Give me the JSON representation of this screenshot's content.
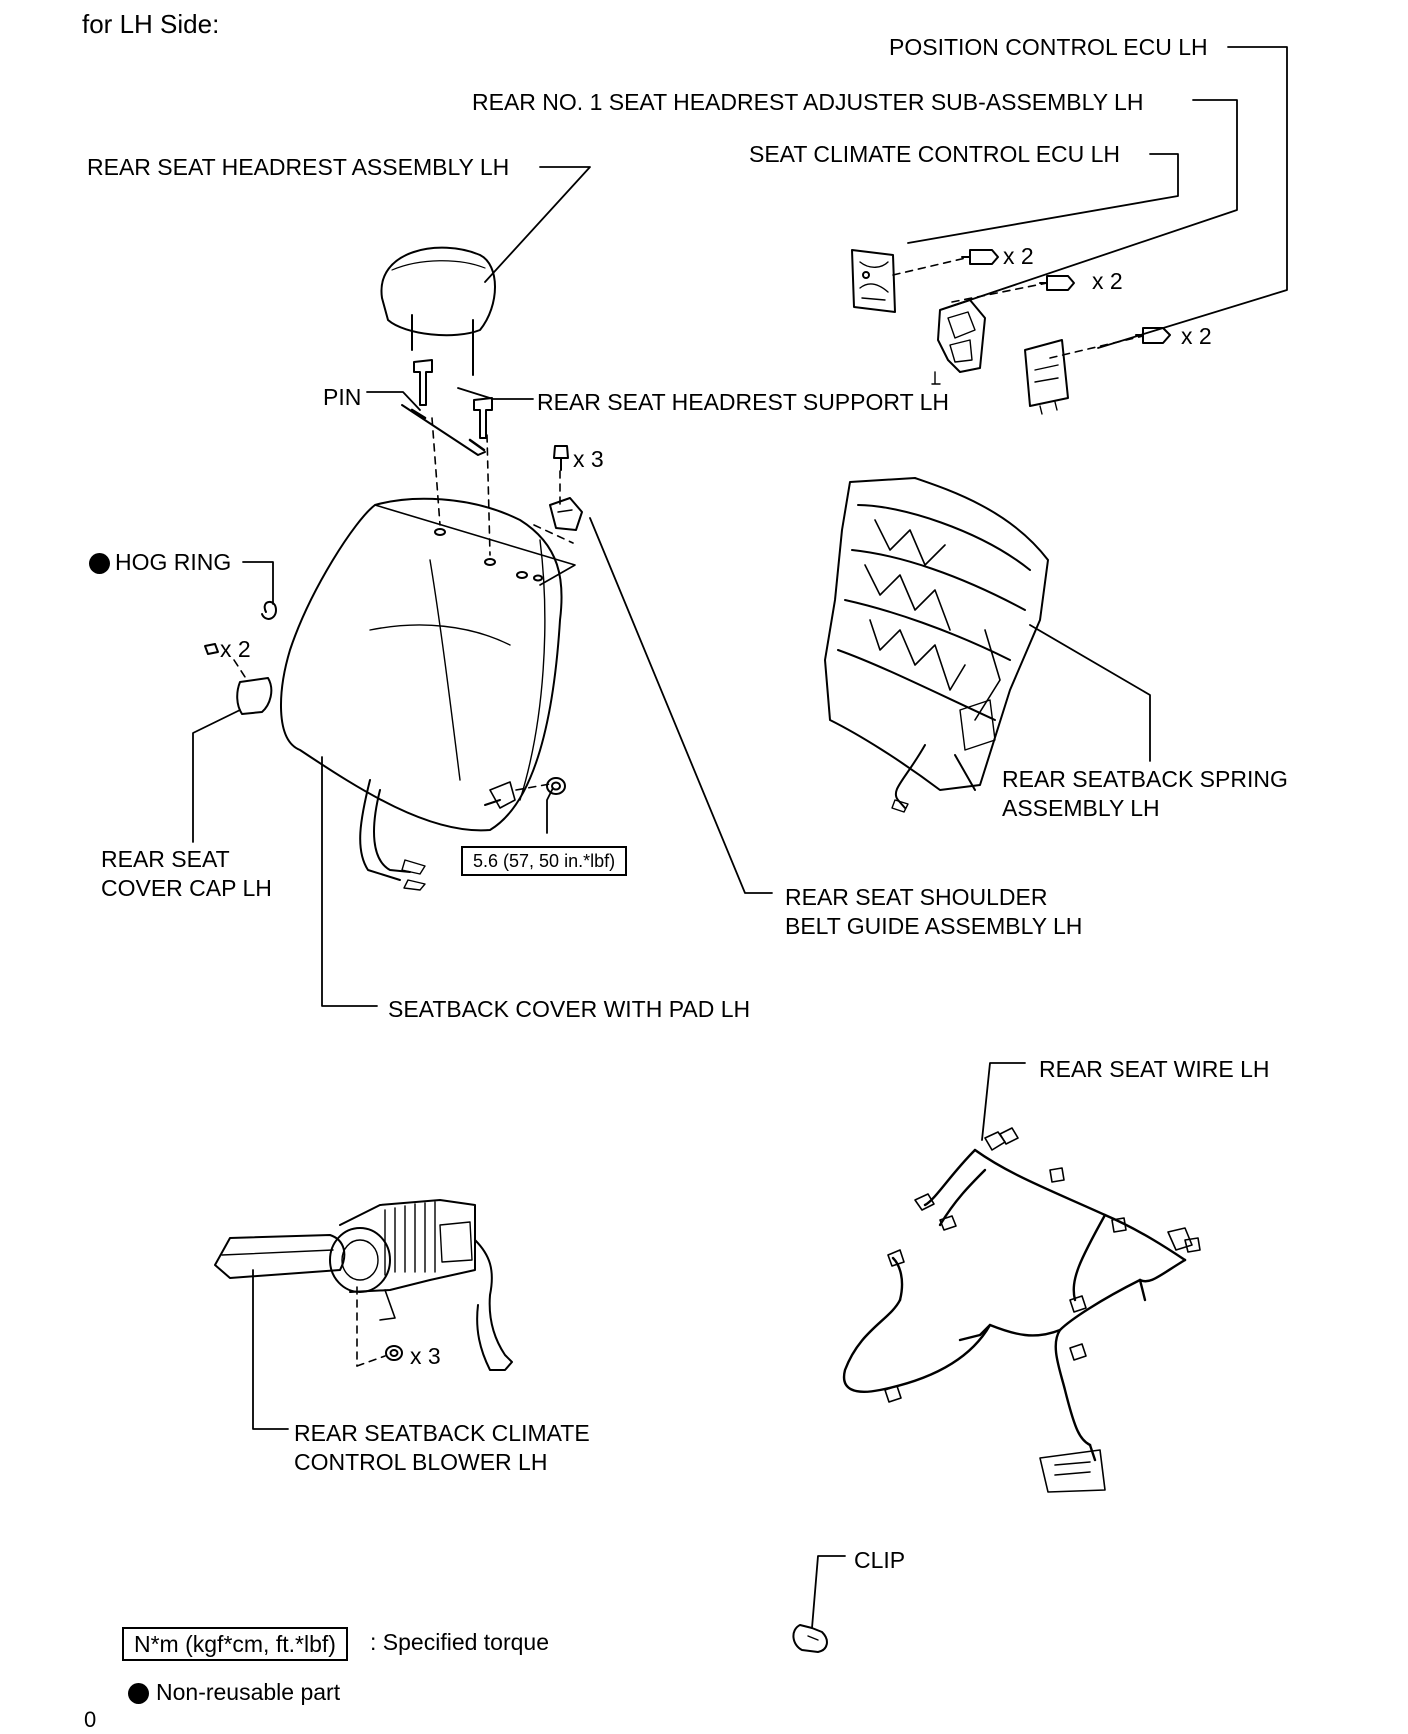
{
  "header": {
    "title": "for LH Side:"
  },
  "labels": {
    "position_control_ecu": "POSITION CONTROL ECU LH",
    "headrest_adjuster": "REAR NO. 1 SEAT HEADREST ADJUSTER SUB-ASSEMBLY LH",
    "seat_climate_ecu": "SEAT CLIMATE CONTROL ECU LH",
    "headrest_assembly": "REAR SEAT HEADREST ASSEMBLY LH",
    "pin": "PIN",
    "headrest_support": "REAR SEAT HEADREST SUPPORT LH",
    "hog_ring": "HOG RING",
    "cover_cap_line1": "REAR SEAT",
    "cover_cap_line2": "COVER CAP LH",
    "seatback_spring_line1": "REAR SEATBACK SPRING",
    "seatback_spring_line2": "ASSEMBLY LH",
    "shoulder_belt_line1": "REAR SEAT SHOULDER",
    "shoulder_belt_line2": "BELT GUIDE ASSEMBLY LH",
    "seatback_cover": "SEATBACK COVER WITH PAD LH",
    "rear_seat_wire": "REAR SEAT WIRE LH",
    "blower_line1": "REAR SEATBACK CLIMATE",
    "blower_line2": "CONTROL BLOWER LH",
    "clip": "CLIP"
  },
  "quantities": {
    "ecu_bolts": "x 2",
    "adjuster_bolts": "x 2",
    "position_ecu_bolts": "x 2",
    "belt_guide_bolts": "x 3",
    "cover_cap_clips": "x 2",
    "blower_nuts": "x 3"
  },
  "torque": {
    "value": "5.6 (57, 50 in.*lbf)"
  },
  "legend": {
    "torque_box": "N*m (kgf*cm, ft.*lbf)",
    "torque_text": ": Specified torque",
    "nonreusable_text": "Non-reusable part"
  },
  "footer": {
    "code": "0"
  }
}
